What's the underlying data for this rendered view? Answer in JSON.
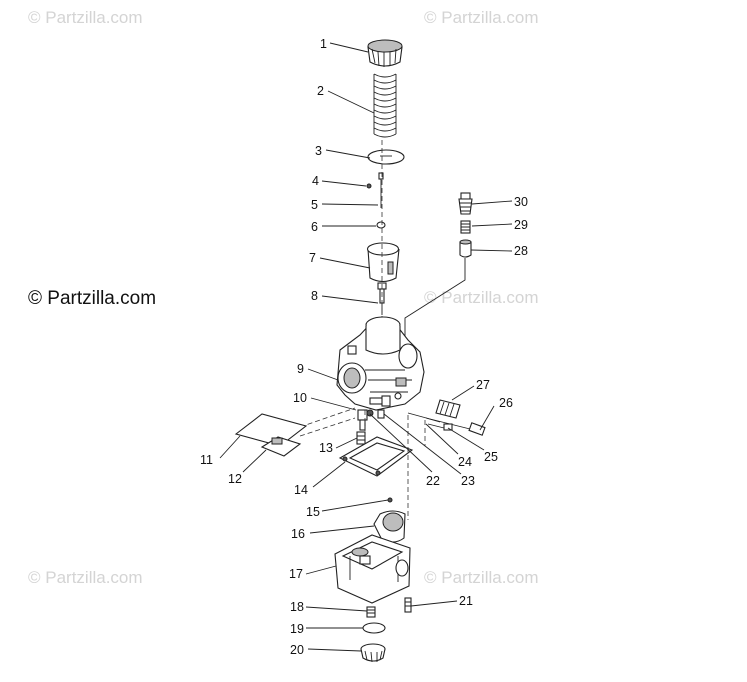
{
  "watermarks": {
    "top_left": "© Partzilla.com",
    "top_right": "© Partzilla.com",
    "mid_left": "© Partzilla.com",
    "mid_right": "© Partzilla.com",
    "bottom_left": "© Partzilla.com",
    "bottom_right": "© Partzilla.com"
  },
  "callouts": [
    "1",
    "2",
    "3",
    "4",
    "5",
    "6",
    "7",
    "8",
    "9",
    "10",
    "11",
    "12",
    "13",
    "14",
    "15",
    "16",
    "17",
    "18",
    "19",
    "20",
    "21",
    "22",
    "23",
    "24",
    "25",
    "26",
    "27",
    "28",
    "29",
    "30"
  ],
  "colors": {
    "line": "#222222",
    "watermark": "#d4d4d4",
    "shade": "#bdbdbd"
  }
}
